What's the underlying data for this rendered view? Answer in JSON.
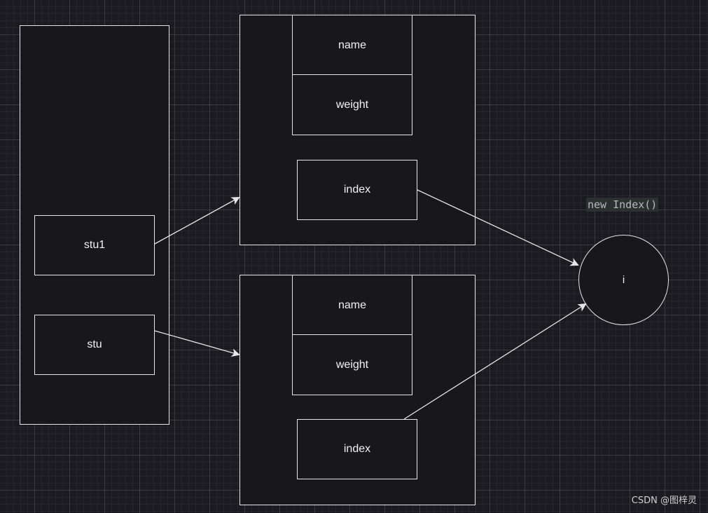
{
  "diagram": {
    "stack_slots": [
      "stu1",
      "stu"
    ],
    "objects": [
      {
        "fields": [
          "name",
          "weight"
        ],
        "ref_field": "index"
      },
      {
        "fields": [
          "name",
          "weight"
        ],
        "ref_field": "index"
      }
    ],
    "shared_instance": {
      "label": "i",
      "annotation": "new Index()"
    }
  },
  "watermark": "CSDN @图梓灵",
  "colors": {
    "background": "#1b1a20",
    "stroke": "#e6e6e6",
    "text": "#f2f2f2"
  }
}
